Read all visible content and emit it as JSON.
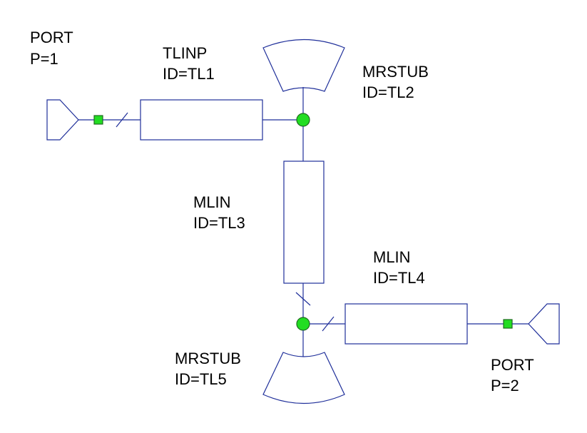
{
  "colors": {
    "wire": "#1f2f9a",
    "node_fill": "#22dd22",
    "node_stroke": "#1f6b1f",
    "text": "#000000"
  },
  "components": {
    "port1": {
      "type": "PORT",
      "param": "P=1"
    },
    "tl1": {
      "type": "TLINP",
      "id": "ID=TL1"
    },
    "tl2": {
      "type": "MRSTUB",
      "id": "ID=TL2"
    },
    "tl3": {
      "type": "MLIN",
      "id": "ID=TL3"
    },
    "tl4": {
      "type": "MLIN",
      "id": "ID=TL4"
    },
    "tl5": {
      "type": "MRSTUB",
      "id": "ID=TL5"
    },
    "port2": {
      "type": "PORT",
      "param": "P=2"
    }
  }
}
